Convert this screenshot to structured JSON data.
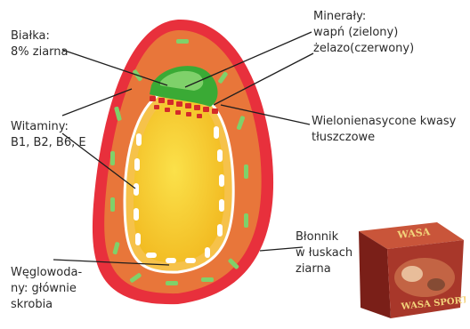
{
  "labels": {
    "bialka": {
      "line1": "Białka:",
      "line2": "8% ziarna"
    },
    "mineraly": {
      "line1": "Minerały:",
      "line2": "wapń (zielony)",
      "line3": "żelazo(czerwony)"
    },
    "witaminy": {
      "line1": "Witaminy:",
      "line2": "B1, B2, B6, E"
    },
    "kwasy": {
      "line1": "Wielonienasycone kwasy",
      "line2": "tłuszczowe"
    },
    "blonnik": {
      "line1": "Błonnik",
      "line2": "w łuskach",
      "line3": "ziarna"
    },
    "weglowodany": {
      "line1": "Węglowoda-",
      "line2": "ny: głównie",
      "line3": "skrobia"
    }
  },
  "product": {
    "brand_top": "WASA",
    "brand_bottom": "WASA SPORT"
  },
  "colors": {
    "outer_layer": "#e8303c",
    "husk_layer": "#e8763a",
    "inner_band": "#f29a3e",
    "endosperm": "#f7cc2c",
    "germ_green": "#3aaa35",
    "germ_light": "#7fd16a",
    "iron_red": "#d42a2a",
    "grain_white": "#ffffff",
    "pointer_line": "#1e1e1e"
  }
}
